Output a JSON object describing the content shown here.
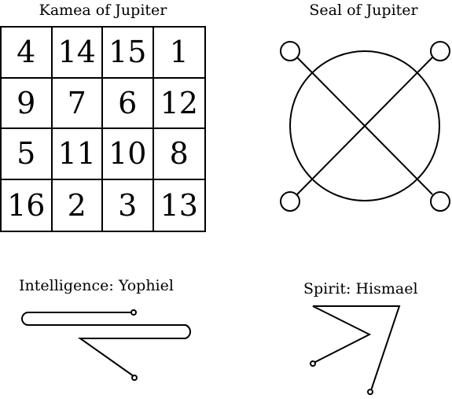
{
  "kamea": {
    "title": "Kamea of Jupiter",
    "rows": [
      [
        "4",
        "14",
        "15",
        "1"
      ],
      [
        "9",
        "7",
        "6",
        "12"
      ],
      [
        "5",
        "11",
        "10",
        "8"
      ],
      [
        "16",
        "2",
        "3",
        "13"
      ]
    ]
  },
  "seal": {
    "title": "Seal of Jupiter"
  },
  "intelligence": {
    "title": "Intelligence: Yophiel"
  },
  "spirit": {
    "title": "Spirit: Hismael"
  },
  "colors": {
    "ink": "#000000",
    "background": "#ffffff"
  }
}
